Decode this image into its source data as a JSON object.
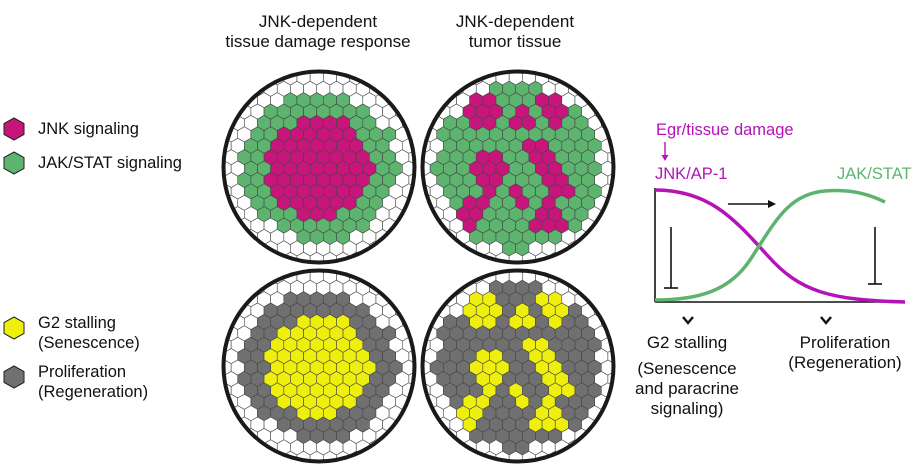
{
  "titles": {
    "left": [
      "JNK-dependent",
      "tissue damage response"
    ],
    "right": [
      "JNK-dependent",
      "tumor tissue"
    ]
  },
  "legend": {
    "jnk": {
      "label": "JNK signaling",
      "color": "#c8157c"
    },
    "jak": {
      "label": "JAK/STAT signaling",
      "color": "#5db46e"
    },
    "g2": {
      "label_lines": [
        "G2 stalling",
        "(Senescence)"
      ],
      "color": "#eeef0c"
    },
    "prolif": {
      "label_lines": [
        "Proliferation",
        "(Regeneration)"
      ],
      "color": "#707070"
    }
  },
  "graph": {
    "trigger": "Egr/tissue damage",
    "jnk_label": "JNK/AP-1",
    "jak_label": "JAK/STAT",
    "jnk_color": "#b413b8",
    "jak_color": "#5db46e",
    "trigger_color": "#b413b8"
  },
  "outcomes": {
    "left": [
      "G2 stalling",
      "(Senescence",
      "and paracrine",
      "signaling)"
    ],
    "right": [
      "Proliferation",
      "(Regeneration)"
    ]
  },
  "colors": {
    "empty": "#ffffff",
    "outline": "#444444",
    "circle": "#1a1a1a"
  }
}
